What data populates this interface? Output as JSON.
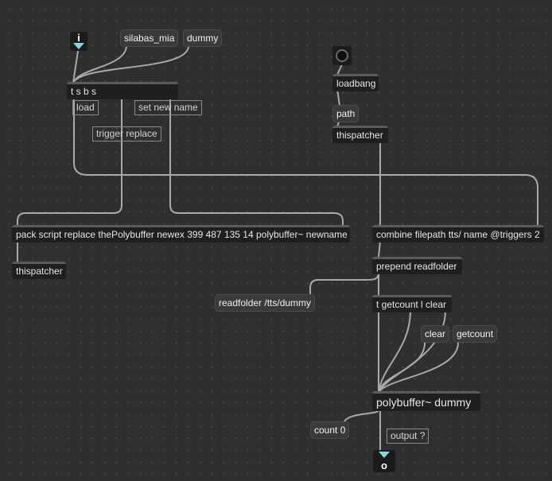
{
  "inlet": {
    "label": "i"
  },
  "outlet": {
    "label": "o"
  },
  "objects": {
    "tsbs": "t s b s",
    "pack_script": "pack script replace thePolybuffer newex 399 487 135 14 polybuffer~ newname",
    "thispatcher_left": "thispatcher",
    "loadbang": "loadbang",
    "thispatcher_right": "thispatcher",
    "combine": "combine filepath tts/ name @triggers 2",
    "prepend": "prepend readfolder",
    "t_getcount": "t getcount l clear",
    "polybuffer": "polybuffer~ dummy"
  },
  "messages": {
    "silabas_mia": "silabas_mia",
    "dummy": "dummy",
    "path": "path",
    "readfolder": "readfolder /tts/dummy",
    "clear": "clear",
    "getcount": "getcount",
    "count": "count 0"
  },
  "comments": {
    "load": "load",
    "set_new_name": "set new name",
    "trigger_replace": "trigger replace",
    "output": "output ?"
  },
  "colors": {
    "background": "#2f2f2f",
    "object_fill": "#1f1f1f",
    "message_fill": "#3a3a3a",
    "patch_cord": "#a9a9a9",
    "inlet_triangle": "#86d7e6"
  }
}
